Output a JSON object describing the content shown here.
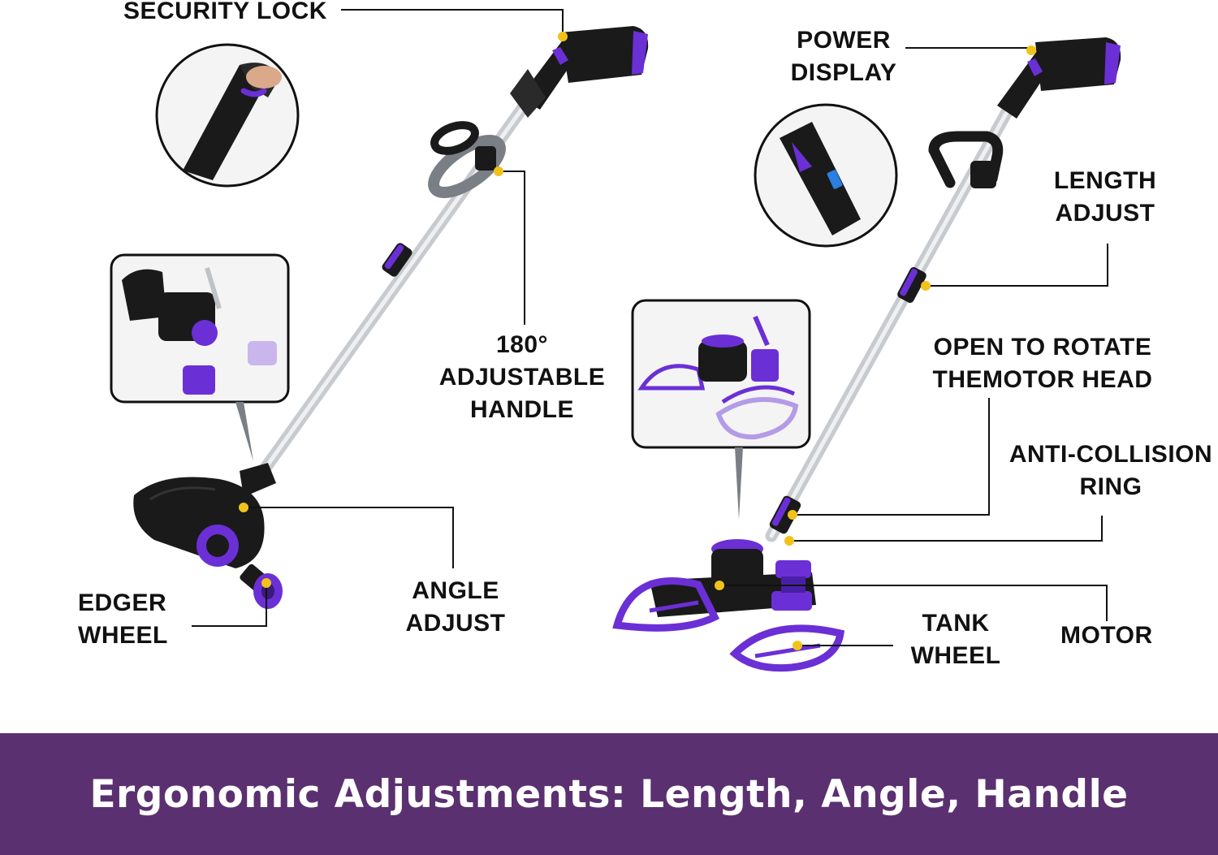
{
  "colors": {
    "accent_purple": "#6b2fd6",
    "banner_purple": "#5a3070",
    "frame_black": "#1a1a1a",
    "shaft_silver": "#bfc3c8",
    "marker_yellow": "#f2c21b"
  },
  "callouts": {
    "security_lock": [
      "SECURITY LOCK"
    ],
    "adjustable_handle": [
      "180°",
      "ADJUSTABLE",
      "HANDLE"
    ],
    "edger_wheel": [
      "EDGER",
      "WHEEL"
    ],
    "angle_adjust": [
      "ANGLE",
      "ADJUST"
    ],
    "power_display": [
      "POWER",
      "DISPLAY"
    ],
    "length_adjust": [
      "LENGTH",
      "ADJUST"
    ],
    "rotate_head": [
      "OPEN TO ROTATE",
      "THEMOTOR HEAD"
    ],
    "anti_collision": [
      "ANTI-COLLISION",
      "RING"
    ],
    "tank_wheel": [
      "TANK",
      "WHEEL"
    ],
    "motor": [
      "MOTOR"
    ]
  },
  "banner": {
    "text": "Ergonomic Adjustments: Length, Angle, Handle"
  },
  "icons": {
    "zoom_security_lock": "security-lock-closeup-icon",
    "zoom_edger_head": "edger-head-closeup-icon",
    "zoom_power_display": "power-display-closeup-icon",
    "zoom_rotate_guard": "rotating-guard-closeup-icon"
  }
}
